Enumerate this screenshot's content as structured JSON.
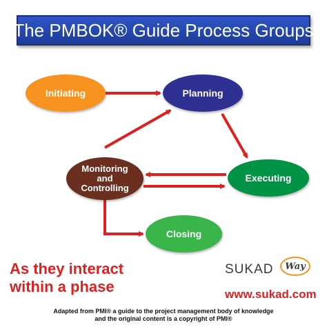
{
  "title": "The PMBOK® Guide Process Groups",
  "nodes": {
    "initiating": "Initiating",
    "planning": "Planning",
    "executing": "Executing",
    "monitoring": "Monitoring\nand\nControlling",
    "closing": "Closing"
  },
  "tagline": "As they interact\nwithin a phase",
  "brand": {
    "name": "SUKAD",
    "mark": "Way",
    "website": "www.sukad.com"
  },
  "footnote": {
    "line1": "Adapted from PMI® a guide to the project management body of knowledge",
    "line2": "and the original content is a copyright of PMI®"
  },
  "colors": {
    "banner": "#2348b0",
    "initiating": "#f7921e",
    "planning": "#2e3192",
    "executing": "#009245",
    "monitoring": "#6b2f1f",
    "closing": "#39b54a",
    "arrow": "#e02020"
  }
}
